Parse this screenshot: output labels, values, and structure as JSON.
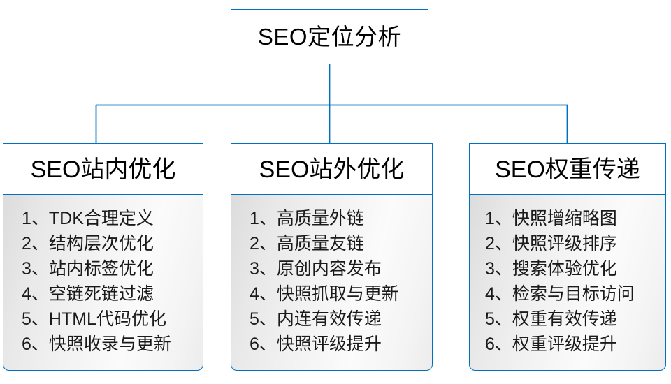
{
  "diagram": {
    "root": {
      "label": "SEO定位分析"
    },
    "branches": [
      {
        "header": "SEO站内优化",
        "items": [
          "1、TDK合理定义",
          "2、结构层次优化",
          "3、站内标签优化",
          "4、空链死链过滤",
          "5、HTML代码优化",
          "6、快照收录与更新"
        ]
      },
      {
        "header": "SEO站外优化",
        "items": [
          "1、高质量外链",
          "2、高质量友链",
          "3、原创内容发布",
          "4、快照抓取与更新",
          "5、内连有效传递",
          "6、快照评级提升"
        ]
      },
      {
        "header": "SEO权重传递",
        "items": [
          "1、快照增缩略图",
          "2、快照评级排序",
          "3、搜索体验优化",
          "4、检索与目标访问",
          "5、权重有效传递",
          "6、权重评级提升"
        ]
      }
    ],
    "colors": {
      "connector": "#0070C0",
      "box_border": "#0070C0",
      "root_fill": "#FFFFFF",
      "header_fill": "#FFFFFF",
      "body_fill_light": "#FBFBFB",
      "body_fill_shadow": "#DCDCDC",
      "text": "#000000"
    }
  }
}
